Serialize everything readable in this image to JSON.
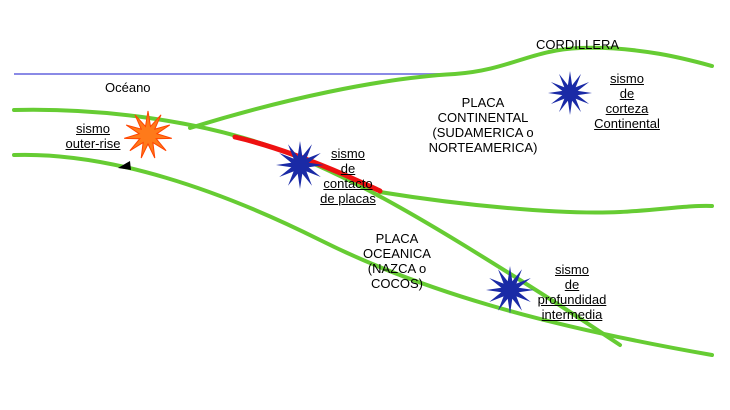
{
  "diagram": {
    "labels": {
      "cordillera": "CORDILLERA",
      "oceano": "Océano",
      "placa_continental": [
        "PLACA",
        "CONTINENTAL",
        "(SUDAMERICA o",
        "NORTEAMERICA)"
      ],
      "placa_oceanica": [
        "PLACA",
        "OCEANICA",
        "(NAZCA o",
        "COCOS)"
      ]
    },
    "earthquakes": {
      "outer_rise": [
        "sismo",
        "outer-rise"
      ],
      "contacto": [
        "sismo",
        "de",
        "contacto",
        "de placas"
      ],
      "corteza": [
        "sismo",
        "de",
        "corteza",
        "Continental"
      ],
      "intermedia": [
        "sismo",
        "de",
        "profundidad",
        "intermedia"
      ]
    },
    "colors": {
      "plate_line": "#66cc33",
      "sea_line": "#8a8ae6",
      "contact_zone": "#ee1111",
      "star_blue": "#1a2aa6",
      "star_orange": "#ff7a1a",
      "star_orange_edge": "#ff4400",
      "arrow": "#000000"
    }
  }
}
